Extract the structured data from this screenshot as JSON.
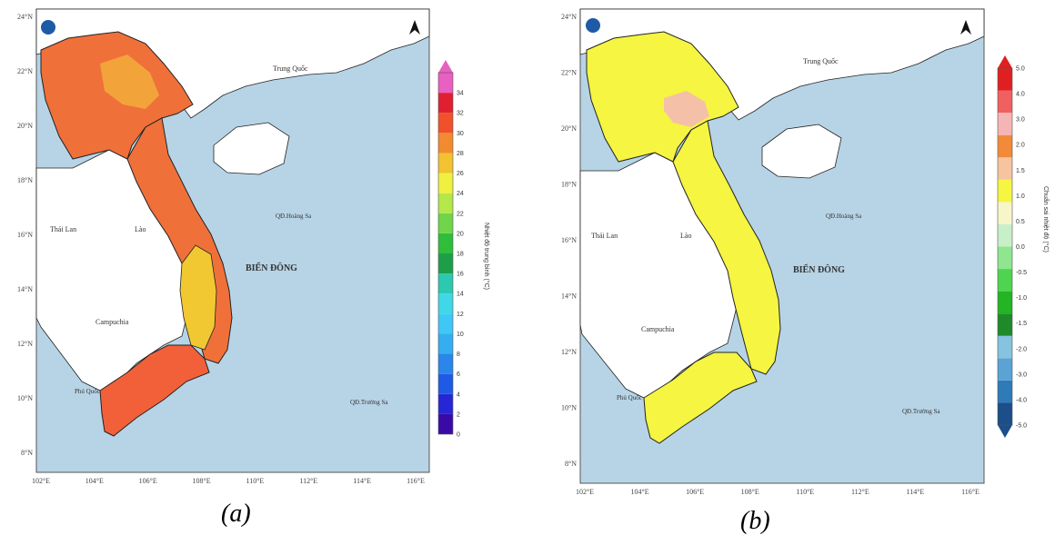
{
  "panels": [
    {
      "id": "a",
      "caption": "(a)",
      "lat_ticks": [
        "24°N",
        "22°N",
        "20°N",
        "18°N",
        "16°N",
        "14°N",
        "12°N",
        "10°N",
        "8°N"
      ],
      "lon_ticks": [
        "102°E",
        "104°E",
        "106°E",
        "108°E",
        "110°E",
        "112°E",
        "114°E",
        "116°E"
      ],
      "place_labels": {
        "china": "Trung Quốc",
        "thailand": "Thái Lan",
        "laos": "Lào",
        "cambodia": "Campuchia",
        "phuquoc": "Phú Quốc",
        "hoangsa": "QĐ.Hoàng Sa",
        "truongsa": "QĐ.Trường Sa",
        "biendong": "BIỂN ĐÔNG"
      },
      "colorbar": {
        "title": "Nhiệt độ trung bình (°C)",
        "ticks": [
          "0",
          "2",
          "4",
          "6",
          "8",
          "10",
          "12",
          "14",
          "16",
          "18",
          "20",
          "22",
          "24",
          "26",
          "28",
          "30",
          "32",
          "34"
        ],
        "colors": [
          "#3a0aa6",
          "#2626d6",
          "#1f5ae6",
          "#2a86ea",
          "#34aef0",
          "#3fc8f5",
          "#40d8e8",
          "#2cc9b0",
          "#1f9e4a",
          "#2fbe3a",
          "#6fd64a",
          "#b4e84a",
          "#f0f040",
          "#f2c230",
          "#f28a30",
          "#f0502a",
          "#e02030",
          "#e860c0"
        ]
      },
      "colors": {
        "mainland": "#f0703a",
        "north_mid": "#f2a43a",
        "highland": "#f2c832",
        "south": "#f2603a"
      }
    },
    {
      "id": "b",
      "caption": "(b)",
      "lat_ticks": [
        "24°N",
        "22°N",
        "20°N",
        "18°N",
        "16°N",
        "14°N",
        "12°N",
        "10°N",
        "8°N"
      ],
      "lon_ticks": [
        "102°E",
        "104°E",
        "106°E",
        "108°E",
        "110°E",
        "112°E",
        "114°E",
        "116°E"
      ],
      "place_labels": {
        "china": "Trung Quốc",
        "thailand": "Thái Lan",
        "laos": "Lào",
        "cambodia": "Campuchia",
        "phuquoc": "Phú Quốc",
        "hoangsa": "QĐ.Hoàng Sa",
        "truongsa": "QĐ.Trường Sa",
        "biendong": "BIỂN ĐÔNG"
      },
      "colorbar": {
        "title": "Chuẩn sai nhiệt độ (°C)",
        "ticks": [
          "-5.0",
          "-4.0",
          "-3.0",
          "-2.0",
          "-1.5",
          "-1.0",
          "-0.5",
          "0.0",
          "0.5",
          "1.0",
          "1.5",
          "2.0",
          "3.0",
          "4.0",
          "5.0"
        ],
        "colors": [
          "#1c4e8a",
          "#2f7ab8",
          "#5aa3d4",
          "#86c3e0",
          "#1f8a2a",
          "#23b523",
          "#4fd44f",
          "#8fe68f",
          "#c8f0c8",
          "#f6f6c8",
          "#f5f542",
          "#f7c4a0",
          "#f28a3a",
          "#f5b5b5",
          "#f06060",
          "#e02020"
        ]
      },
      "colors": {
        "mainland": "#f5f542",
        "anomaly_high": "#f5c0a8"
      }
    }
  ],
  "colors": {
    "sea": "#b7d4e6",
    "land_other": "#ffffff",
    "border": "#222222"
  }
}
